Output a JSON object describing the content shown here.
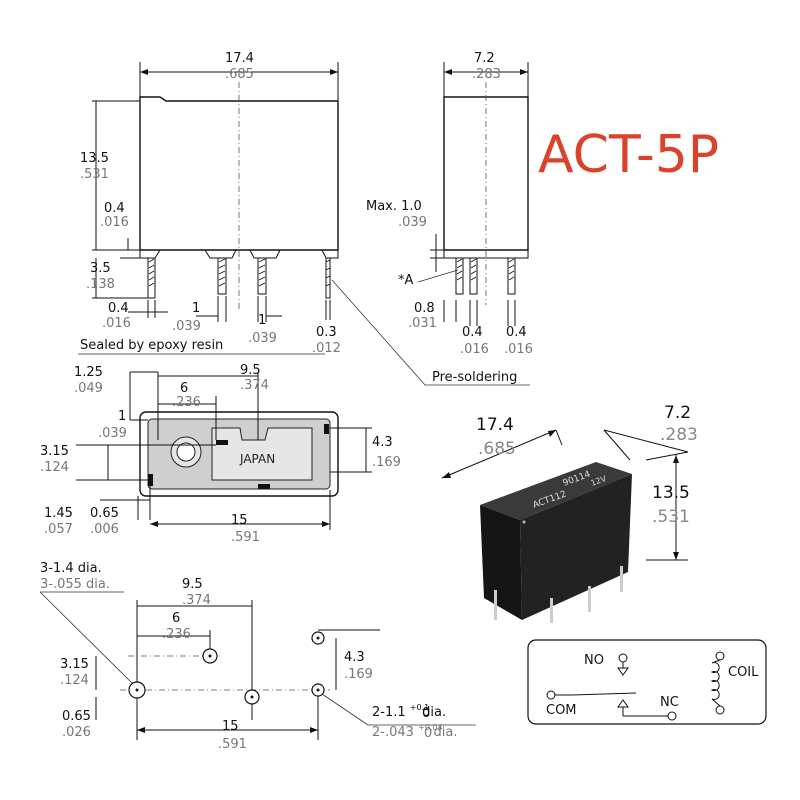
{
  "title": {
    "text": "ACT-5P",
    "color": "#d9432b"
  },
  "front_view": {
    "width_mm": "17.4",
    "width_in": ".685",
    "height_mm": "13.5",
    "height_in": ".531",
    "standoff_mm": "0.4",
    "standoff_in": ".016",
    "pin_len_mm": "3.5",
    "pin_len_in": ".138",
    "pin_w_mm": "0.4",
    "pin_w_in": ".016",
    "pin_a_mm": "1",
    "pin_a_in": ".039",
    "pin_b_mm": "1",
    "pin_b_in": ".039",
    "pin_t_mm": "0.3",
    "pin_t_in": ".012"
  },
  "side_view": {
    "width_mm": "7.2",
    "width_in": ".283",
    "max_label": "Max. 1.0",
    "max_in": ".039",
    "marker": "*A",
    "gap_mm": "0.8",
    "gap_in": ".031",
    "pin1_mm": "0.4",
    "pin1_in": ".016",
    "pin2_mm": "0.4",
    "pin2_in": ".016"
  },
  "notes": {
    "sealed": "Sealed by epoxy resin",
    "presolder": "Pre-soldering"
  },
  "bottom_view": {
    "d1_mm": "1.25",
    "d1_in": ".049",
    "d2_mm": "9.5",
    "d2_in": ".374",
    "d3_mm": "6",
    "d3_in": ".236",
    "d4_mm": "1",
    "d4_in": ".039",
    "d5_mm": "3.15",
    "d5_in": ".124",
    "d6_mm": "4.3",
    "d6_in": ".169",
    "d7_mm": "1.45",
    "d7_in": ".057",
    "d8_mm": "0.65",
    "d8_in": ".006",
    "d9_mm": "15",
    "d9_in": ".591",
    "marking": "JAPAN"
  },
  "pcb_layout": {
    "hole_a_mm": "3-1.4 dia.",
    "hole_a_in": "3-.055 dia.",
    "d2_mm": "9.5",
    "d2_in": ".374",
    "d3_mm": "6",
    "d3_in": ".236",
    "d5_mm": "3.15",
    "d5_in": ".124",
    "d6_mm": "4.3",
    "d6_in": ".169",
    "d8_mm": "0.65",
    "d8_in": ".026",
    "d9_mm": "15",
    "d9_in": ".591",
    "hole_b_mm_pre": "2-1.1",
    "hole_b_tol_mm_hi": "+0.1",
    "hole_b_tol_mm_lo": "0",
    "hole_b_mm_post": "dia.",
    "hole_b_in_pre": "2-.043",
    "hole_b_tol_in_hi": "+0.04",
    "hole_b_tol_in_lo": "0",
    "hole_b_in_post": "dia."
  },
  "photo": {
    "width_mm": "17.4",
    "width_in": ".685",
    "depth_mm": "7.2",
    "depth_in": ".283",
    "height_mm": "13.5",
    "height_in": ".531",
    "print_1": "90114",
    "print_2": "ACT112",
    "print_3": "12V"
  },
  "schematic": {
    "no": "NO",
    "nc": "NC",
    "com": "COM",
    "coil": "COIL"
  }
}
